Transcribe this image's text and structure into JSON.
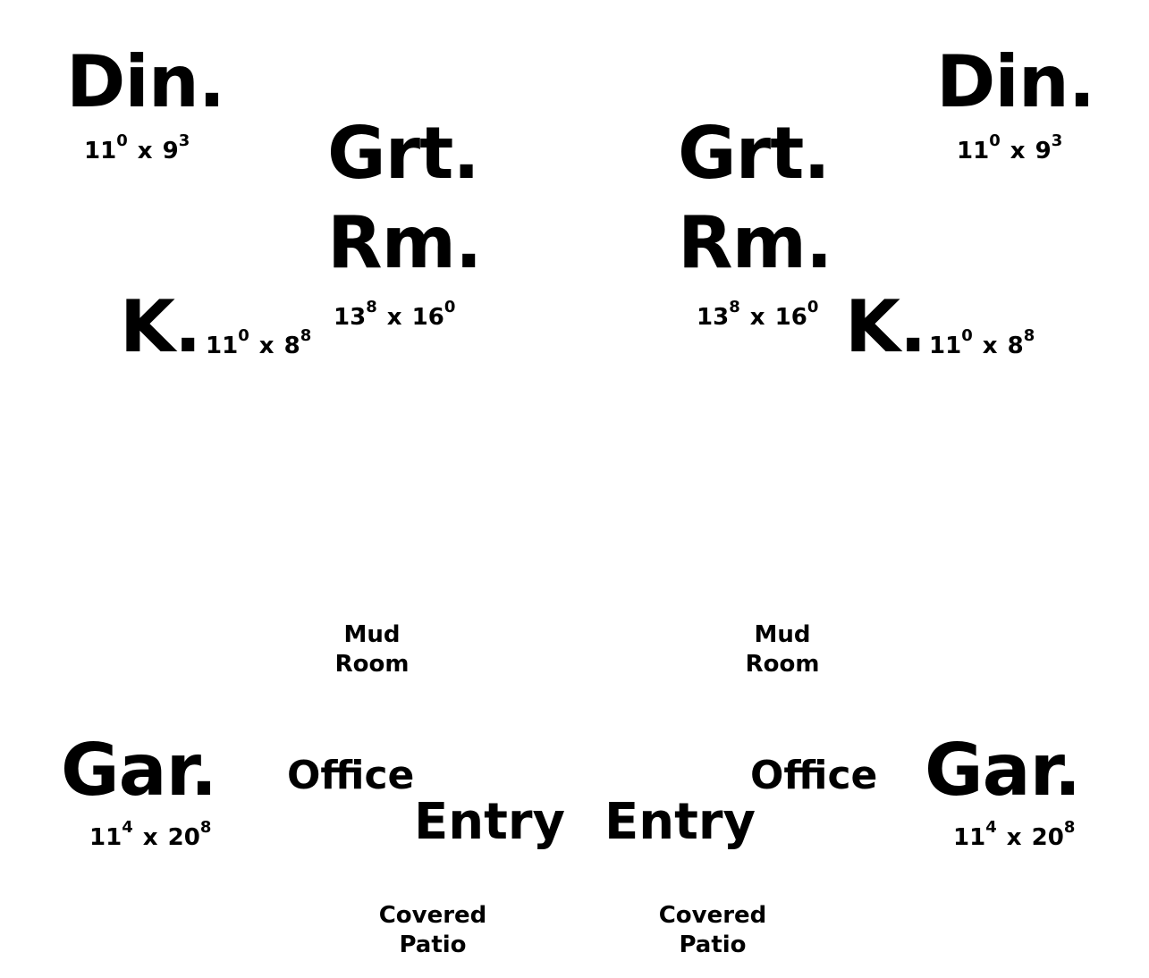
{
  "left_plan": {
    "dining": {
      "label": "Din.",
      "dim_a": "11",
      "dim_a_sup": "0",
      "sep": "x",
      "dim_b": "9",
      "dim_b_sup": "3"
    },
    "great_room": {
      "label_line1": "Grt.",
      "label_line2": "Rm.",
      "dim_a": "13",
      "dim_a_sup": "8",
      "sep": "x",
      "dim_b": "16",
      "dim_b_sup": "0"
    },
    "kitchen": {
      "label": "K.",
      "dim_a": "11",
      "dim_a_sup": "0",
      "sep": "x",
      "dim_b": "8",
      "dim_b_sup": "8"
    },
    "mud_room": {
      "label_line1": "Mud",
      "label_line2": "Room"
    },
    "garage": {
      "label": "Gar.",
      "dim_a": "11",
      "dim_a_sup": "4",
      "sep": "x",
      "dim_b": "20",
      "dim_b_sup": "8"
    },
    "office": {
      "label": "Office"
    },
    "entry": {
      "label": "Entry"
    },
    "covered_patio": {
      "label_line1": "Covered",
      "label_line2": "Patio"
    }
  },
  "right_plan": {
    "dining": {
      "label": "Din.",
      "dim_a": "11",
      "dim_a_sup": "0",
      "sep": "x",
      "dim_b": "9",
      "dim_b_sup": "3"
    },
    "great_room": {
      "label_line1": "Grt.",
      "label_line2": "Rm.",
      "dim_a": "13",
      "dim_a_sup": "8",
      "sep": "x",
      "dim_b": "16",
      "dim_b_sup": "0"
    },
    "kitchen": {
      "label": "K.",
      "dim_a": "11",
      "dim_a_sup": "0",
      "sep": "x",
      "dim_b": "8",
      "dim_b_sup": "8"
    },
    "mud_room": {
      "label_line1": "Mud",
      "label_line2": "Room"
    },
    "garage": {
      "label": "Gar.",
      "dim_a": "11",
      "dim_a_sup": "4",
      "sep": "x",
      "dim_b": "20",
      "dim_b_sup": "8"
    },
    "office": {
      "label": "Office"
    },
    "entry": {
      "label": "Entry"
    },
    "covered_patio": {
      "label_line1": "Covered",
      "label_line2": "Patio"
    }
  }
}
